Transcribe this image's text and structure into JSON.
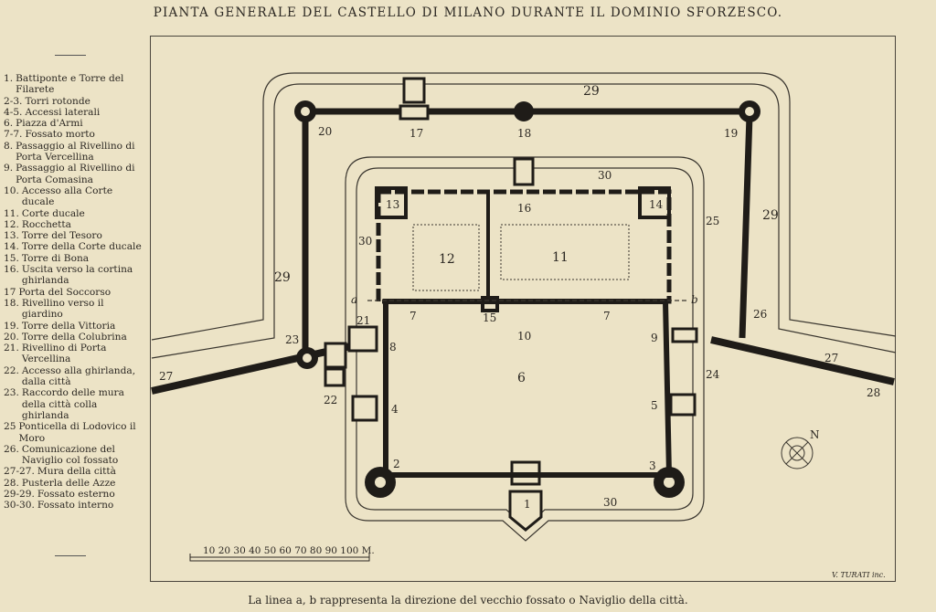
{
  "title": "PIANTA GENERALE DEL CASTELLO DI MILANO DURANTE IL DOMINIO SFORZESCO.",
  "caption": "La linea a, b rappresenta la direzione del vecchio fossato o Naviglio della città.",
  "legend": [
    {
      "num": "1.",
      "text": "Battiponte e Torre del Filarete"
    },
    {
      "num": "2-3.",
      "text": "Torri rotonde"
    },
    {
      "num": "4-5.",
      "text": "Accessi laterali"
    },
    {
      "num": "6.",
      "text": "Piazza d'Armi"
    },
    {
      "num": "7-7.",
      "text": "Fossato morto"
    },
    {
      "num": "8.",
      "text": "Passaggio al Rivellino di Porta Vercellina"
    },
    {
      "num": "9.",
      "text": "Passaggio al Rivellino di Porta Comasina"
    },
    {
      "num": "10.",
      "text": "Accesso alla Corte ducale"
    },
    {
      "num": "11.",
      "text": "Corte ducale"
    },
    {
      "num": "12.",
      "text": "Rocchetta"
    },
    {
      "num": "13.",
      "text": "Torre del Tesoro"
    },
    {
      "num": "14.",
      "text": "Torre della Corte ducale"
    },
    {
      "num": "15.",
      "text": "Torre di Bona"
    },
    {
      "num": "16.",
      "text": "Uscita verso la cortina ghirlanda"
    },
    {
      "num": "17",
      "text": "Porta del Soccorso"
    },
    {
      "num": "18.",
      "text": "Rivellino verso il giardino"
    },
    {
      "num": "19.",
      "text": "Torre della Vittoria"
    },
    {
      "num": "20.",
      "text": "Torre della Colubrina"
    },
    {
      "num": "21.",
      "text": "Rivellino di Porta Vercellina"
    },
    {
      "num": "22.",
      "text": "Accesso alla ghirlanda, dalla città"
    },
    {
      "num": "23.",
      "text": "Raccordo delle mura della città colla ghirlanda"
    },
    {
      "num": "25",
      "text": "Ponticella di Lodovico il Moro"
    },
    {
      "num": "26.",
      "text": "Comunicazione del Naviglio col fossato"
    },
    {
      "num": "27-27.",
      "text": "Mura della città"
    },
    {
      "num": "28.",
      "text": "Pusterla delle Azze"
    },
    {
      "num": "29-29.",
      "text": "Fossato esterno"
    },
    {
      "num": "30-30.",
      "text": "Fossato interno"
    }
  ],
  "plan_labels": {
    "n1": "1",
    "n2": "2",
    "n3": "3",
    "n4": "4",
    "n5": "5",
    "n6": "6",
    "n7a": "7",
    "n7b": "7",
    "n8": "8",
    "n9": "9",
    "n10": "10",
    "n11": "11",
    "n12": "12",
    "n13": "13",
    "n14": "14",
    "n15": "15",
    "n16": "16",
    "n17": "17",
    "n18": "18",
    "n19": "19",
    "n20": "20",
    "n21": "21",
    "n22": "22",
    "n23": "23",
    "n24": "24",
    "n25": "25",
    "n26": "26",
    "n27a": "27",
    "n27b": "27",
    "n28": "28",
    "n29a": "29",
    "n29b": "29",
    "n29c": "29",
    "n30a": "30",
    "n30b": "30",
    "n30c": "30",
    "a": "a",
    "b": "b"
  },
  "compass": "N",
  "scale": "10 20 30 40 50 60 70 80 90 100 M.",
  "signature": "V. TURATI inc.",
  "colors": {
    "paper": "#ece3c6",
    "ink": "#1f1c18",
    "line": "#4a453c"
  }
}
